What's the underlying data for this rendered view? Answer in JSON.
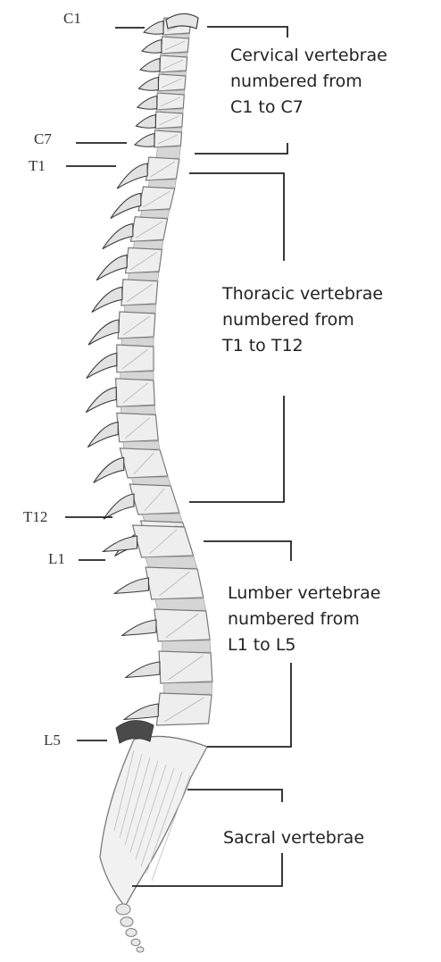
{
  "level_labels": {
    "c1": "C1",
    "c7": "C7",
    "t1": "T1",
    "t12": "T12",
    "l1": "L1",
    "l5": "L5"
  },
  "groups": {
    "cervical": {
      "line1": "Cervical vertebrae",
      "line2": "numbered from",
      "line3": "C1 to C7"
    },
    "thoracic": {
      "line1": "Thoracic vertebrae",
      "line2": "numbered from",
      "line3": "T1 to T12"
    },
    "lumbar": {
      "line1": "Lumber vertebrae",
      "line2": "numbered from",
      "line3": "L1 to L5"
    },
    "sacral": {
      "line1": "Sacral vertebrae"
    }
  },
  "colors": {
    "bone_fill": "#eeeeee",
    "bone_stroke": "#7a7a7a",
    "bone_dark": "#3a3a3a",
    "line": "#222222",
    "text": "#222222"
  }
}
